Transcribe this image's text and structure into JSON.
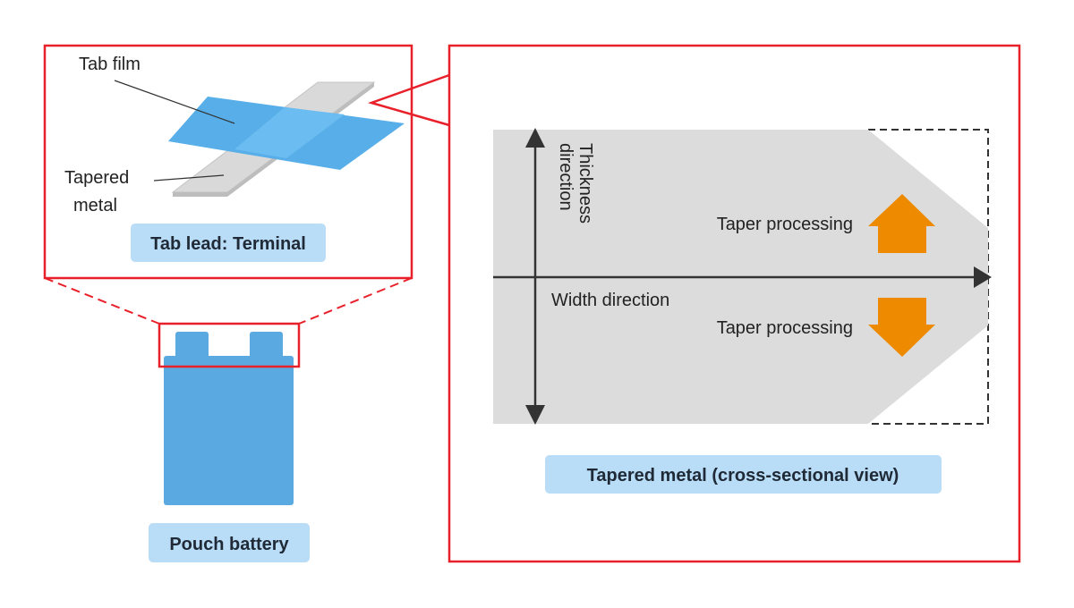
{
  "colors": {
    "frame_red": "#e8202a",
    "battery_blue": "#5aa9e0",
    "film_blue": "#58aee8",
    "film_overlap_blue": "#6bbcf1",
    "metal_gray": "#d9d9d9",
    "caption_bg": "#b9dcf7",
    "arrow_orange": "#ee8a00",
    "axis_dark": "#333333"
  },
  "icons": {
    "battery": "pouch-battery-icon",
    "taper_up": "arrow-up-icon",
    "taper_down": "arrow-down-icon"
  },
  "tab_detail": {
    "tab_film_label": "Tab film",
    "tapered_metal_line1": "Tapered",
    "tapered_metal_line2": "metal",
    "caption": "Tab lead: Terminal"
  },
  "battery": {
    "caption": "Pouch battery"
  },
  "cross_section": {
    "thickness_line1": "Thickness",
    "thickness_line2": "direction",
    "width_label": "Width direction",
    "taper_upper_label": "Taper processing",
    "taper_lower_label": "Taper processing",
    "caption": "Tapered metal (cross-sectional view)"
  }
}
